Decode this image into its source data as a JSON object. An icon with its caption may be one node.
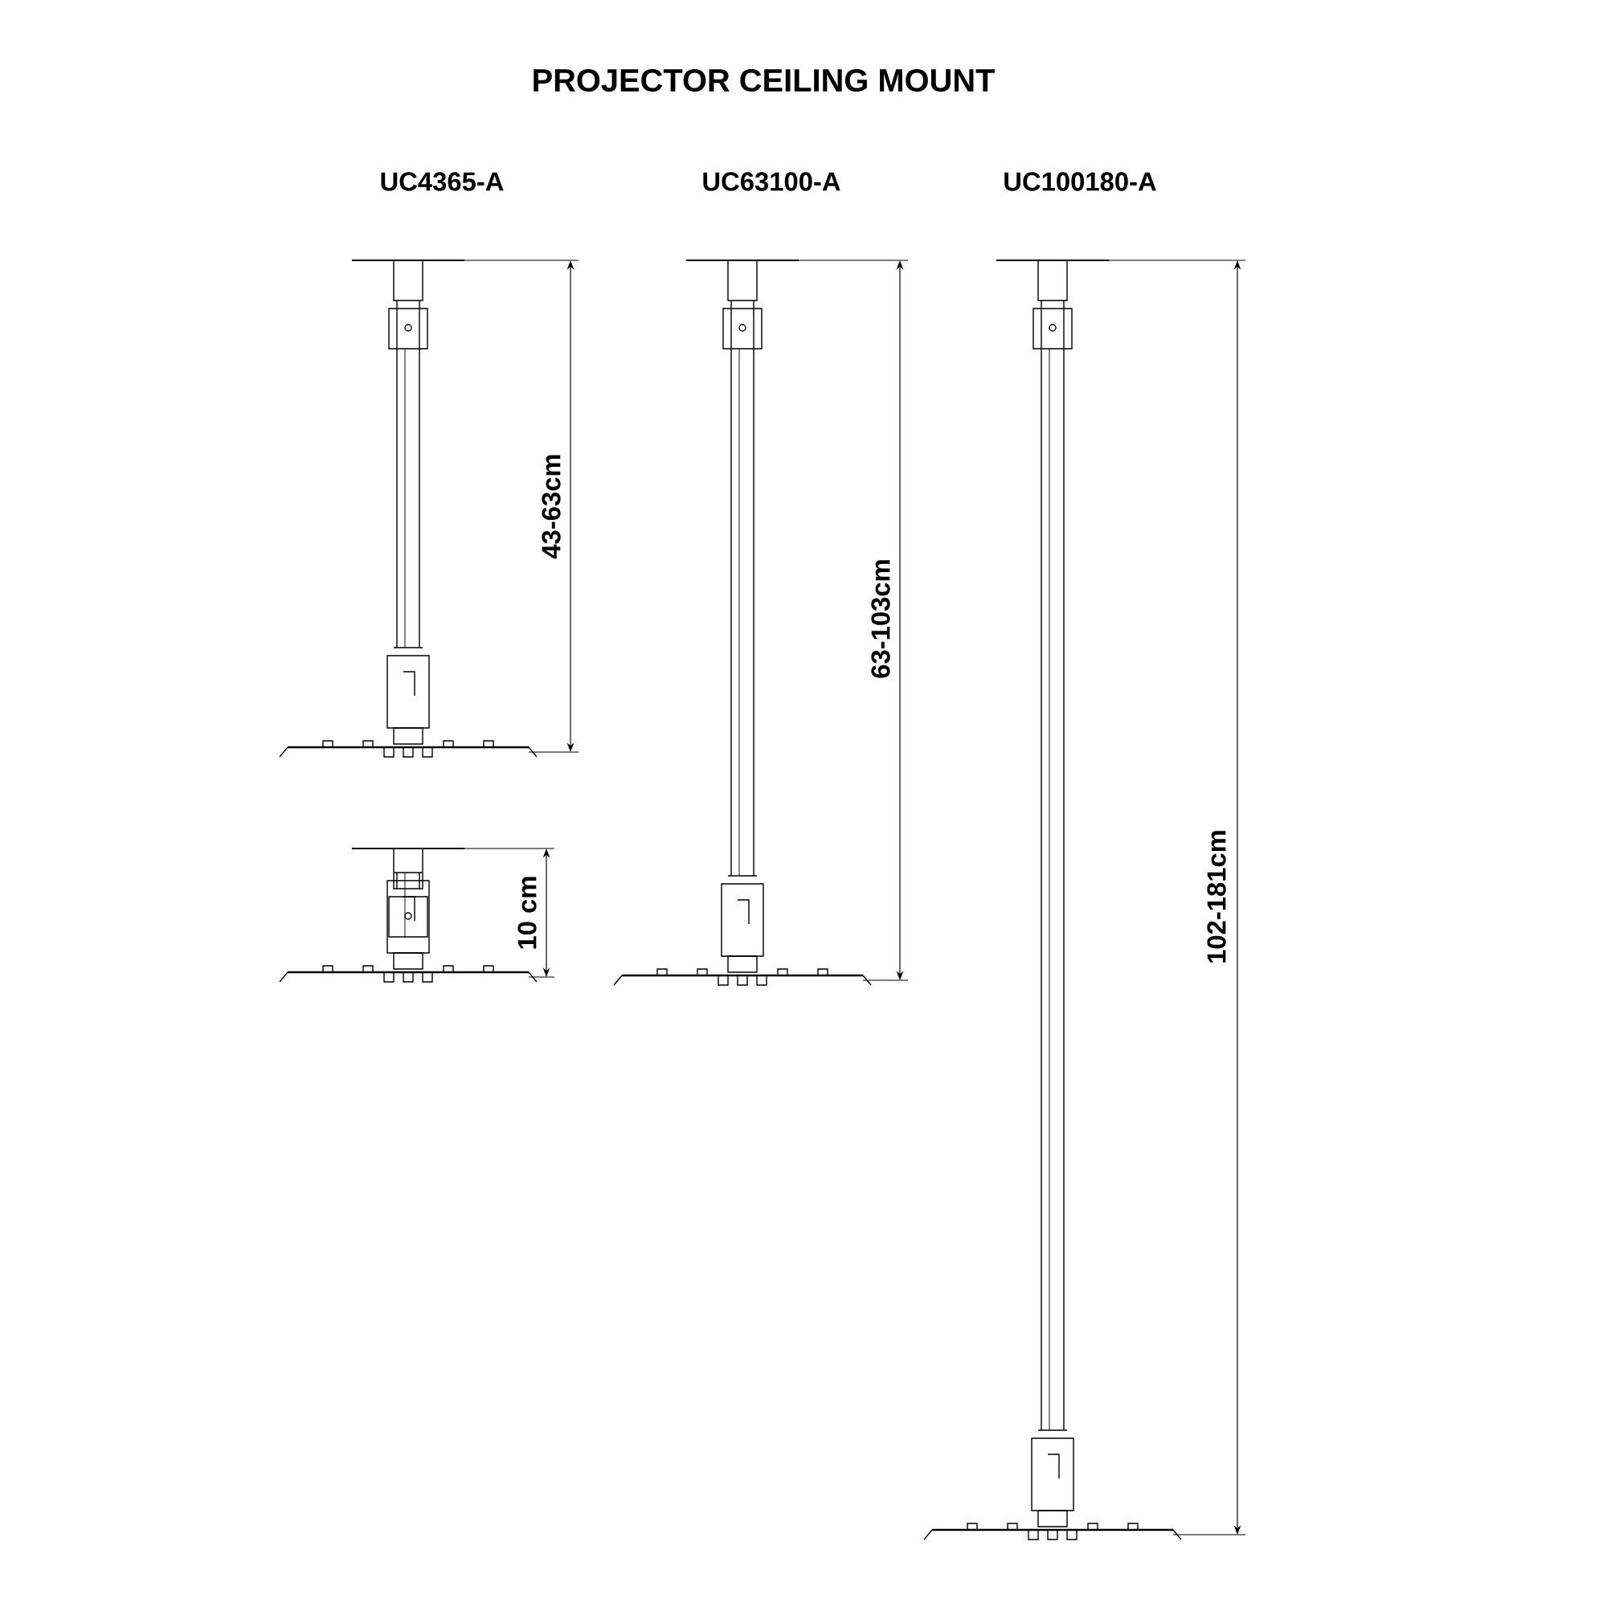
{
  "diagram": {
    "title": "PROJECTOR CEILING MOUNT",
    "labels": [
      "UC4365-A",
      "UC63100-A",
      "UC100180-A",
      "43-63cm",
      "10 cm",
      "63-103cm",
      "102-181cm"
    ]
  }
}
